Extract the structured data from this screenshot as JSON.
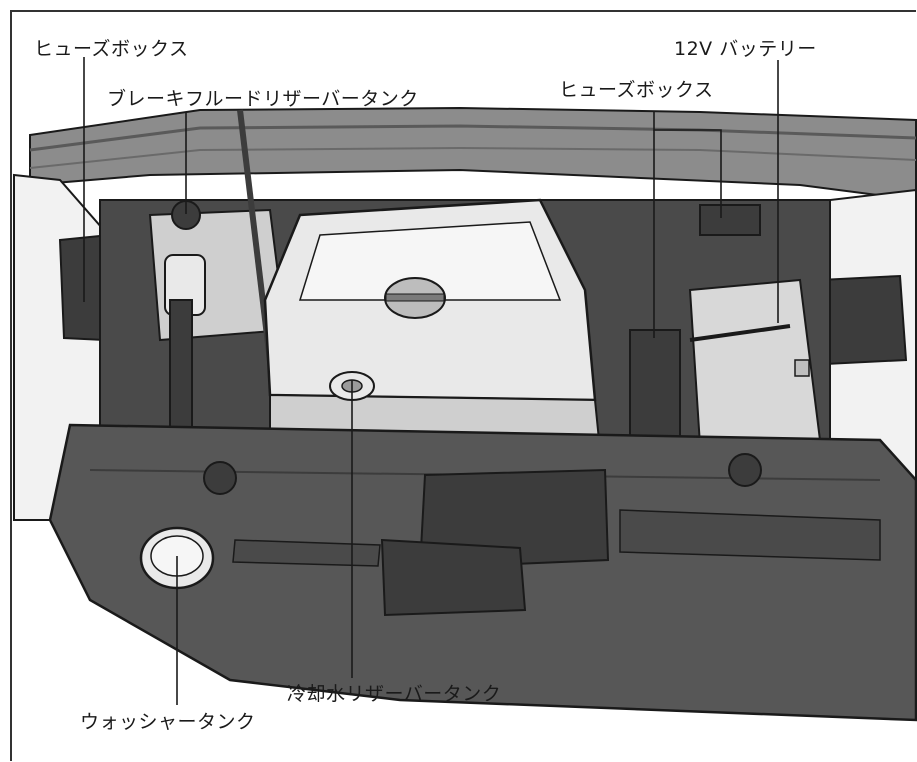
{
  "labels": {
    "fuse_box_left": "ヒューズボックス",
    "brake_fluid_reservoir": "ブレーキフルードリザーバータンク",
    "fuse_box_right": "ヒューズボックス",
    "battery_12v": "12V バッテリー",
    "coolant_reservoir": "冷却水リザーバータンク",
    "washer_tank": "ウォッシャータンク"
  },
  "colors": {
    "line": "#1a1a1a",
    "cover_light": "#e9e9e9",
    "cover_mid": "#cfcfcf",
    "engine_dark": "#4a4a4a",
    "panel_dark": "#575757",
    "panel_darker": "#3c3c3c",
    "hood_gray": "#8c8c8c"
  }
}
